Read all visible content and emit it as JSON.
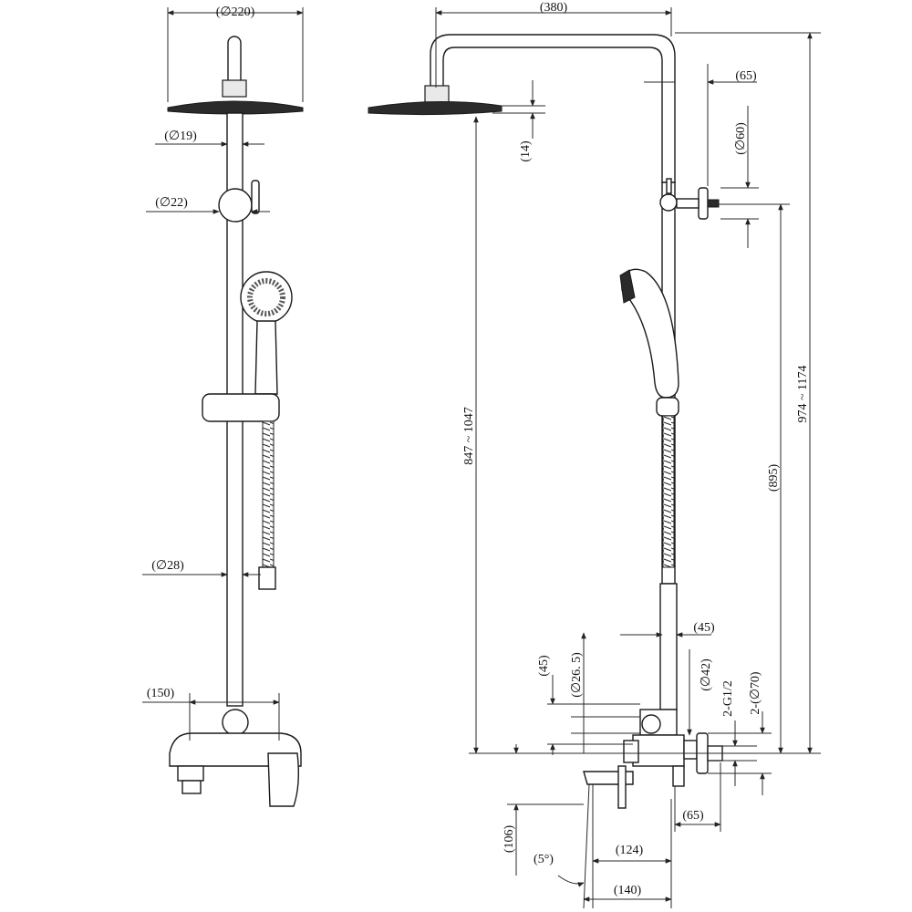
{
  "drawing": {
    "dimensions": {
      "head_diameter": "(∅220)",
      "arm_reach": "(380)",
      "offset_65_top": "(65)",
      "rose_diameter": "(∅60)",
      "head_thickness": "(14)",
      "bar_diameter_19": "(∅19)",
      "bar_diameter_22": "(∅22)",
      "tube_diameter_28": "(∅28)",
      "centers_150": "(150)",
      "height_range_1": "847 ~ 1047",
      "height_range_2": "974 ~ 1174",
      "height_895": "(895)",
      "offset_45_top": "(45)",
      "offset_45_side": "(45)",
      "diameter_26_5": "(∅26. 5)",
      "diameter_42": "(∅42)",
      "connection_g12": "2-G1/2",
      "connection_d70": "2-(∅70)",
      "offset_65_bottom": "(65)",
      "spout_106": "(106)",
      "angle_5": "(5°)",
      "spout_124": "(124)",
      "spout_140": "(140)"
    }
  }
}
